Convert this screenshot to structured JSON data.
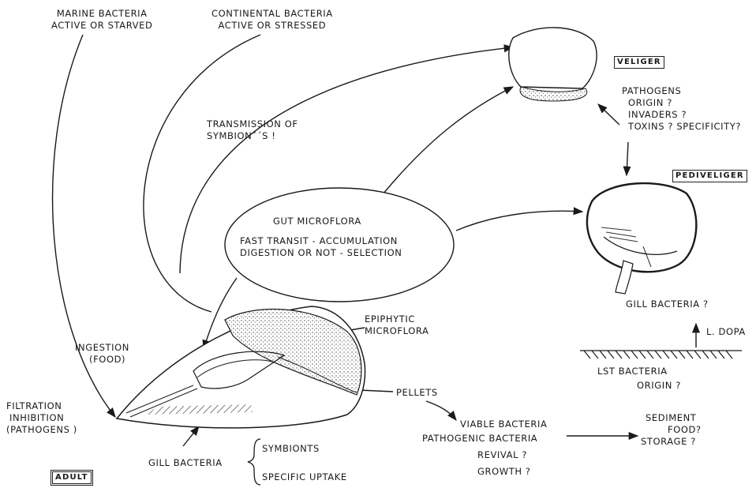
{
  "labels": {
    "marine_bacteria": [
      "MARINE BACTERIA",
      "ACTIVE OR STARVED"
    ],
    "continental_bacteria": [
      "CONTINENTAL BACTERIA",
      "ACTIVE OR STRESSED"
    ],
    "veliger": "VELIGER",
    "pathogens": [
      "PATHOGENS",
      "ORIGIN ?",
      "INVADERS ?",
      "TOXINS ?  SPECIFICITY?"
    ],
    "transmission": [
      "TRANSMISSION OF",
      "SYMBION´´S !"
    ],
    "pediveliger": "PEDIVELIGER",
    "gut_microflora": [
      "GUT MICROFLORA",
      "FAST TRANSIT - ACCUMULATION",
      "DIGESTION OR NOT - SELECTION"
    ],
    "gill_bacteria_larva": "GILL BACTERIA ?",
    "l_dopa": "L. DOPA",
    "lst_bacteria": [
      "LST  BACTERIA",
      "ORIGIN ?"
    ],
    "epiphytic": [
      "EPIPHYTIC",
      "MICROFLORA"
    ],
    "ingestion": [
      "INGESTION",
      "(FOOD)"
    ],
    "filtration": [
      "FILTRATION",
      "INHIBITION",
      "(PATHOGENS )"
    ],
    "pellets": "PELLETS",
    "viable": [
      "VIABLE BACTERIA",
      "PATHOGENIC  BACTERIA",
      "REVIVAL ?",
      "GROWTH ?"
    ],
    "sediment": [
      "SEDIMENT",
      "FOOD?",
      "STORAGE ?"
    ],
    "gill_bacteria_adult": "GILL BACTERIA",
    "symbionts": "SYMBIONTS",
    "specific_uptake": "SPECIFIC UPTAKE",
    "adult": "ADULT"
  },
  "colors": {
    "ink": "#1a1a1a",
    "paper": "#ffffff"
  }
}
